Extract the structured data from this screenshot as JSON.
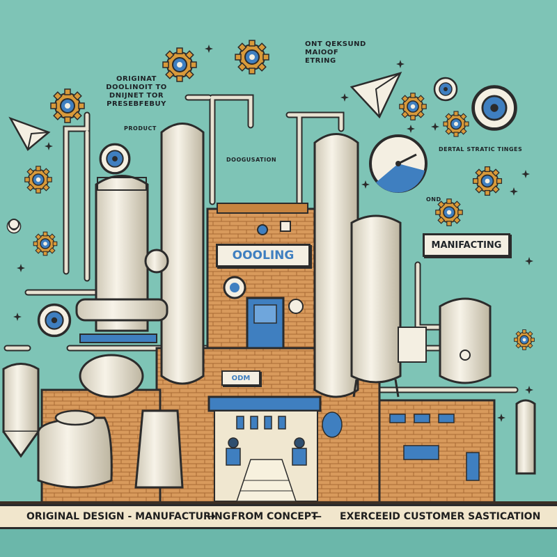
{
  "image": {
    "type": "illustration",
    "subject": "industrial manufacturing plant with tanks, pipes and gears"
  },
  "labels": {
    "top_right": "ONT QEKSUND MAIOOF ETRING",
    "top_left": "ORIGINAT DOOLINOIT TO DNIJNET TOR PRESEBFEBUY",
    "top_left_sub": "PRODUCT",
    "center_small": "DOOGUSATION",
    "right_small": "DERTAL STRATIC TINGES",
    "right_tiny": "OND"
  },
  "signs": {
    "center": "OOOLING",
    "right": "MANIFACTING",
    "lower_center": "ODM"
  },
  "banner": {
    "part1": "ORIGINAL DESIGN - MANUFACTURING",
    "arrow": "→",
    "part2": "FROM CONCEPT",
    "dash": "—",
    "part3": "EXERCEEID CUSTOMER SASTICATION"
  },
  "colors": {
    "background": "#7ec4b6",
    "brick": "#d89a5c",
    "steel": "#e9e4d6",
    "accent_blue": "#3f7fc0",
    "gear_orange": "#d99a3a",
    "ink": "#2b2b2b"
  }
}
